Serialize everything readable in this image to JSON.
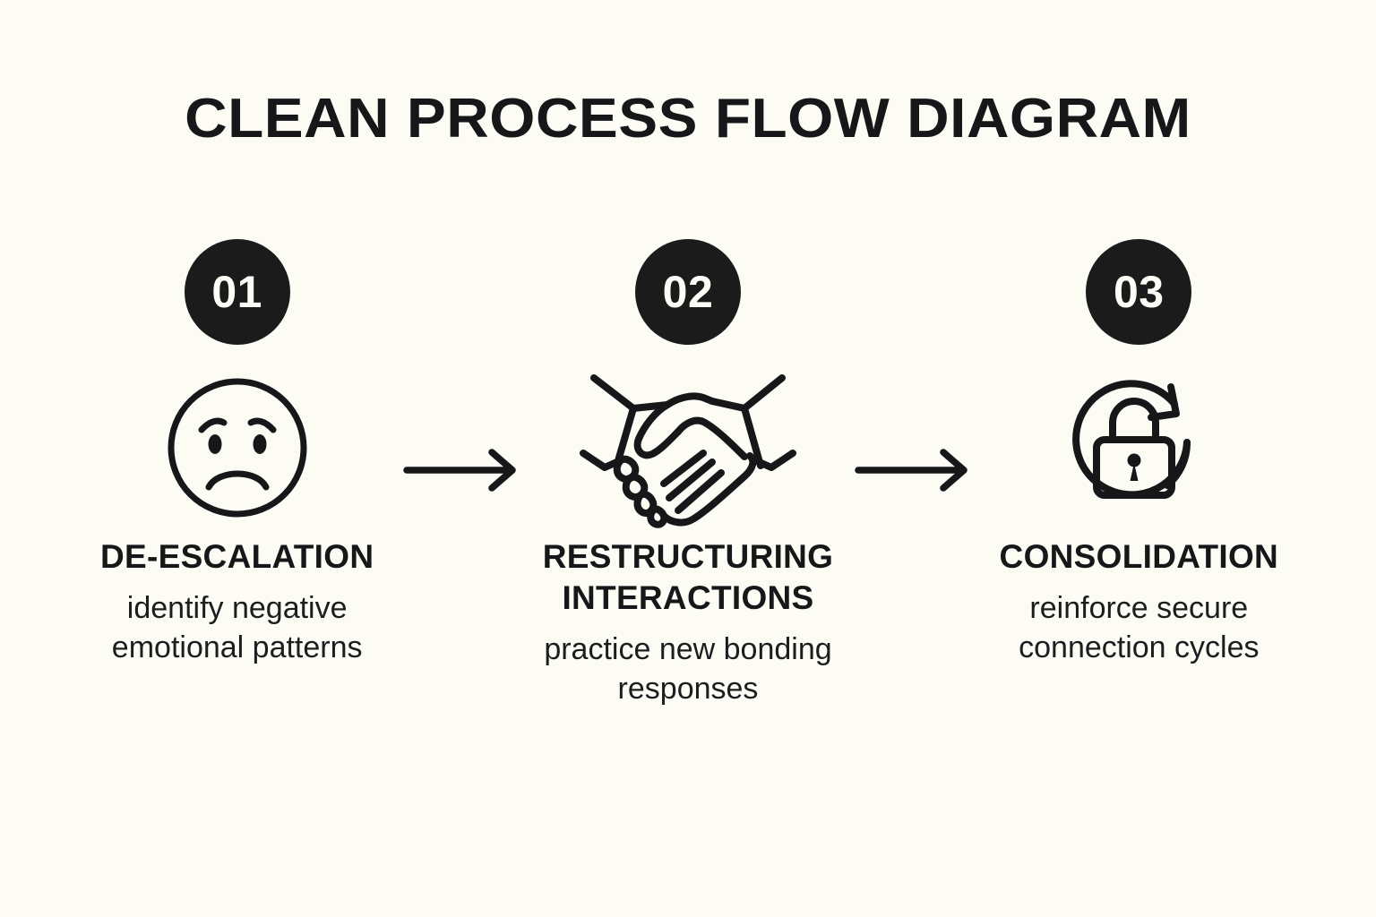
{
  "page": {
    "background_color": "#FCFBF4",
    "ink_color": "#17171A",
    "badge_color": "#1B1B1C",
    "badge_text_color": "#FDFCF6"
  },
  "header": {
    "title": "CLEAN PROCESS FLOW DIAGRAM"
  },
  "steps": [
    {
      "number": "01",
      "icon": "sad-face-icon",
      "title": "DE-ESCALATION",
      "description": "identify negative emotional patterns"
    },
    {
      "number": "02",
      "icon": "handshake-icon",
      "title": "RESTRUCTURING INTERACTIONS",
      "description": "practice new bonding responses"
    },
    {
      "number": "03",
      "icon": "lock-refresh-icon",
      "title": "CONSOLIDATION",
      "description": "reinforce secure connection cycles"
    }
  ],
  "connectors": [
    {
      "icon": "arrow-right-icon"
    },
    {
      "icon": "arrow-right-icon"
    }
  ]
}
